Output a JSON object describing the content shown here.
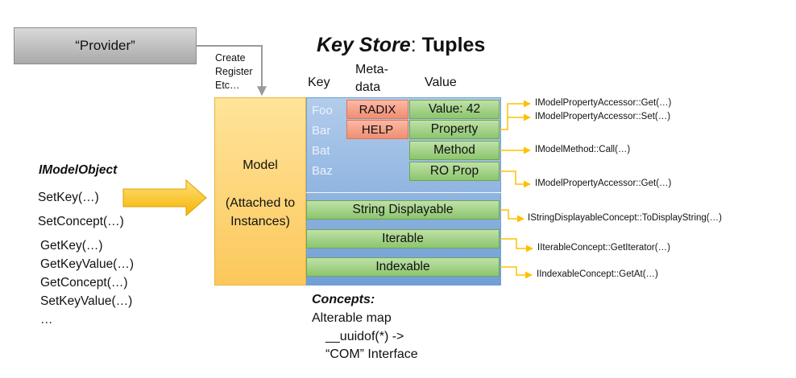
{
  "provider": {
    "label": "“Provider”"
  },
  "create_note": [
    "Create",
    "Register",
    "Etc…"
  ],
  "title": {
    "italic": "Key Store",
    "sep": ": ",
    "bold": "Tuples"
  },
  "headers": {
    "key": "Key",
    "metadata": [
      "Meta-",
      "data"
    ],
    "value": "Value"
  },
  "model": {
    "label": "Model",
    "sublabel": [
      "(Attached to",
      "Instances)"
    ]
  },
  "keys": [
    "Foo",
    "Bar",
    "Bat",
    "Baz"
  ],
  "metadata": [
    "RADIX",
    "HELP"
  ],
  "values": [
    "Value: 42",
    "Property",
    "Method",
    "RO Prop"
  ],
  "concepts": [
    "String Displayable",
    "Iterable",
    "Indexable"
  ],
  "implementations": {
    "property_get": "IModelPropertyAccessor::Get(…)",
    "property_set": "IModelPropertyAccessor::Set(…)",
    "method_call": "IModelMethod::Call(…)",
    "ro_prop_get": "IModelPropertyAccessor::Get(…)",
    "string_displayable": "IStringDisplayableConcept::ToDisplayString(…)",
    "iterable": "IIterableConcept::GetIterator(…)",
    "indexable": "IIndexableConcept::GetAt(…)"
  },
  "imodel_object": {
    "title": "IModelObject",
    "methods_a": [
      "SetKey(…)",
      "SetConcept(…)"
    ],
    "methods_b": [
      "GetKey(…)",
      "GetKeyValue(…)",
      "GetConcept(…)",
      "SetKeyValue(…)",
      "…"
    ]
  },
  "concepts_note": {
    "title": "Concepts:",
    "lines": [
      "Alterable map",
      "__uuidof(*) ->",
      "“COM” Interface"
    ]
  },
  "colors": {
    "provider": "#bfbfbf",
    "model": "#fdd37a",
    "key_store": "#8fb4e3",
    "metadata": "#f4a58c",
    "value": "#a9d18e",
    "arrow": "#ffc000"
  }
}
